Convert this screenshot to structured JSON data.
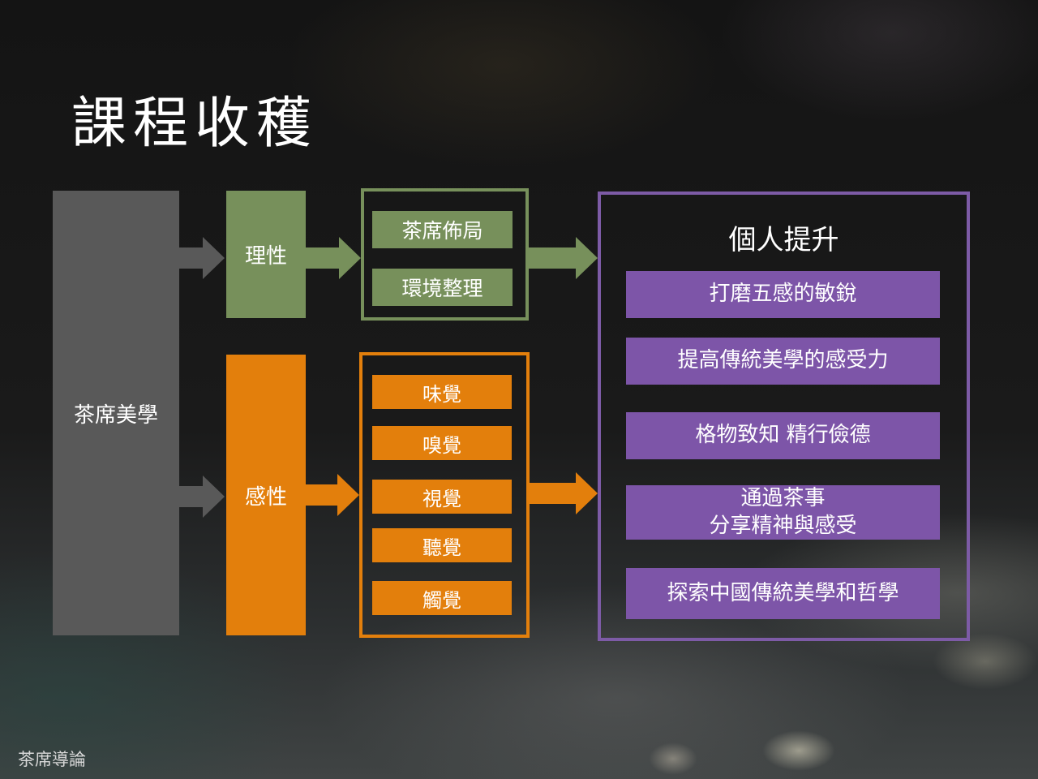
{
  "title": "課程收穫",
  "root": {
    "label": "茶席美學"
  },
  "branches": {
    "rational": {
      "label": "理性",
      "items": [
        "茶席佈局",
        "環境整理"
      ]
    },
    "sensory": {
      "label": "感性",
      "items": [
        "味覺",
        "嗅覺",
        "視覺",
        "聽覺",
        "觸覺"
      ]
    }
  },
  "outcome": {
    "heading": "個人提升",
    "items": [
      "打磨五感的敏銳",
      "提高傳統美學的感受力",
      "格物致知 精行儉德",
      "通過茶事\n分享精神與感受",
      "探索中國傳統美學和哲學"
    ]
  },
  "footer": "茶席導論",
  "colors": {
    "root": "#595959",
    "rational": "#77905b",
    "sensory": "#e37f0c",
    "outcome": "#7d55a8"
  }
}
